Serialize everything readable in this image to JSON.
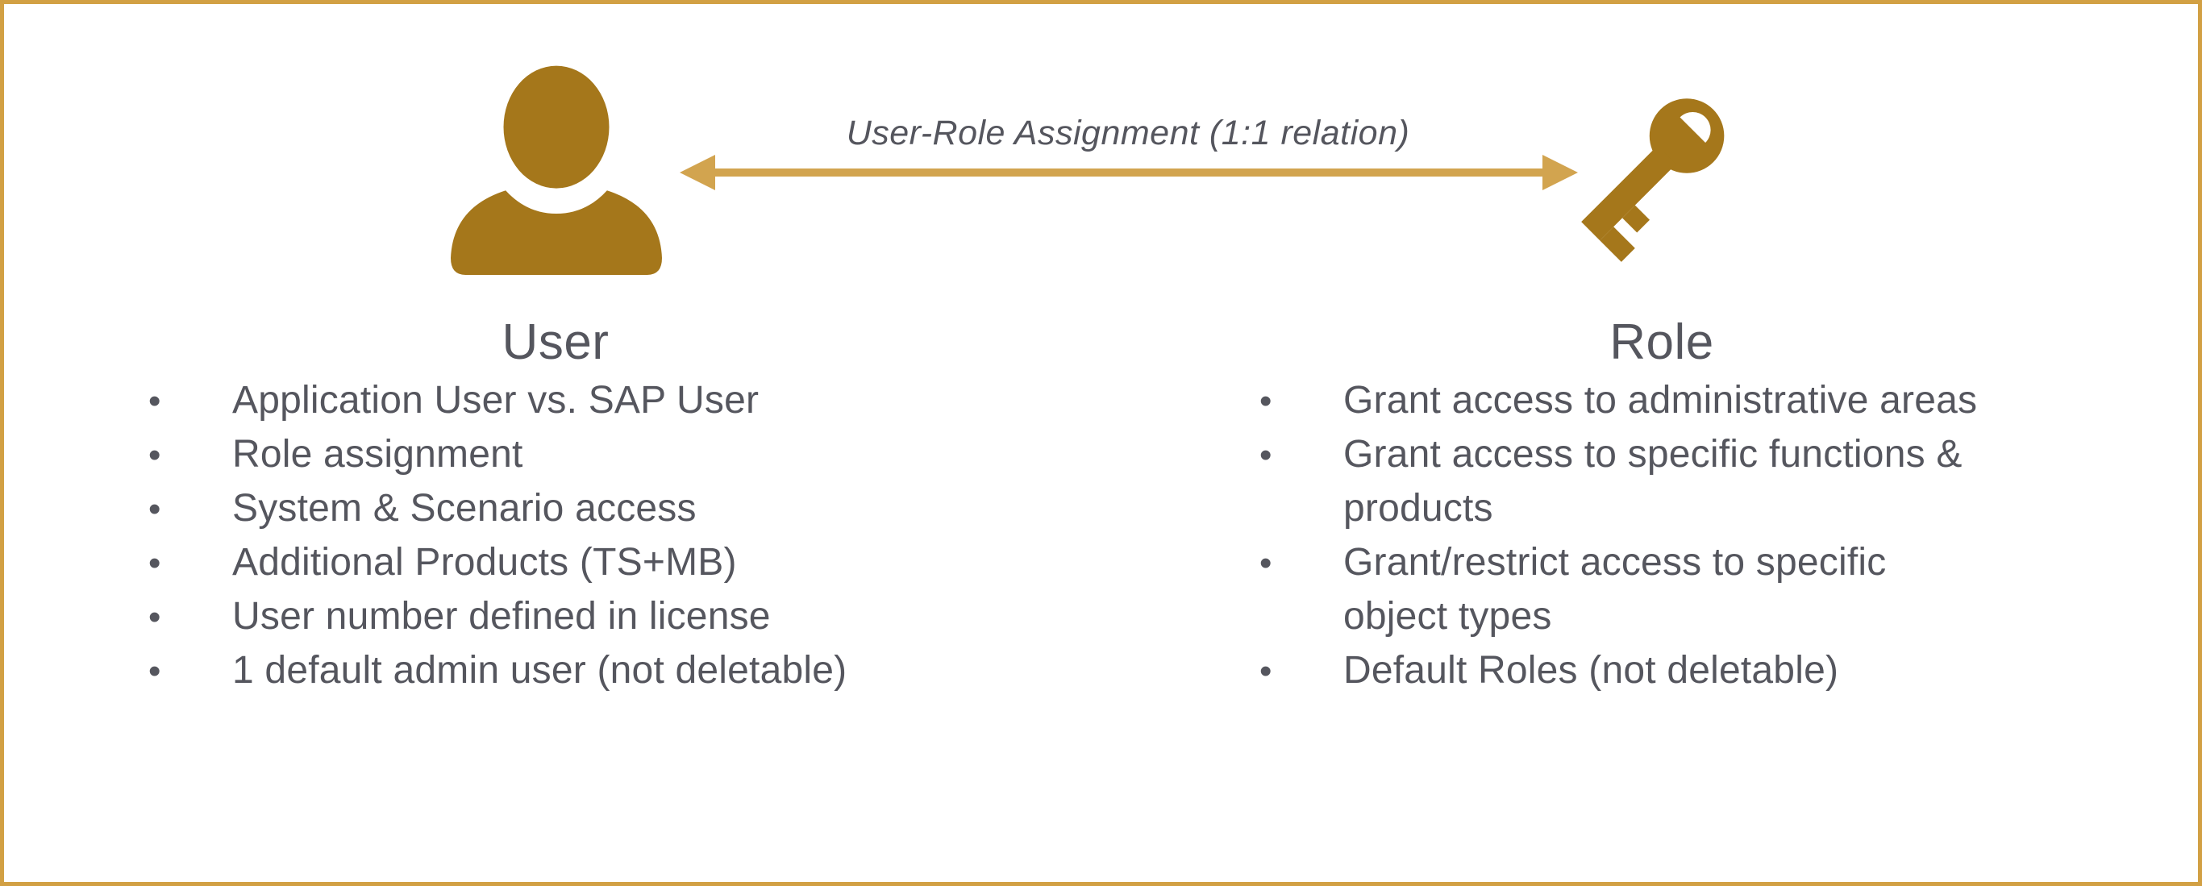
{
  "slide": {
    "background": "#FFFFFF"
  },
  "colors": {
    "border_gold": "#D2A044",
    "icon_gold": "#A5771B",
    "arrow_gold": "#D2A44F",
    "text_gray": "#55565E"
  },
  "connector": {
    "icon": "double-headed-arrow-icon",
    "label": "User-Role Assignment (1:1 relation)"
  },
  "user_section": {
    "icon": "user-icon",
    "title": "User",
    "bullet_glyph": "•",
    "items": [
      "Application User vs. SAP User",
      "Role assignment",
      "System & Scenario access",
      "Additional Products (TS+MB)",
      "User number defined in license",
      "1 default admin user (not deletable)"
    ]
  },
  "role_section": {
    "icon": "key-icon",
    "title": "Role",
    "bullet_glyph": "•",
    "items": [
      "Grant access to administrative areas",
      "Grant access to specific functions &\nproducts",
      "Grant/restrict access to specific\nobject types",
      "Default Roles (not deletable)"
    ]
  }
}
